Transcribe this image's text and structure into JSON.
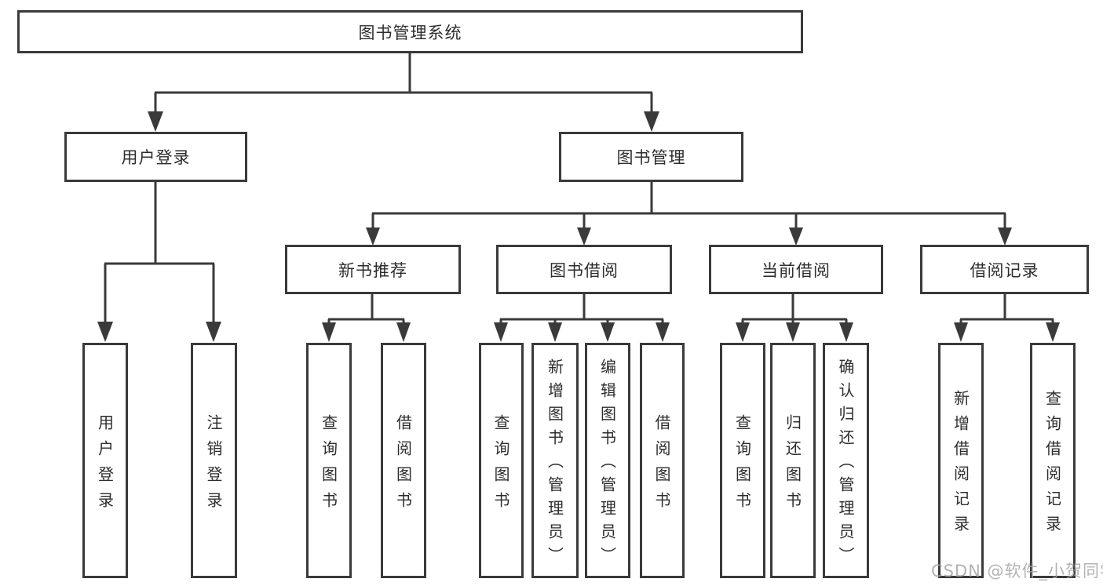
{
  "colors": {
    "line": "#3a3a3a",
    "text": "#2d2d2d",
    "background": "#ffffff",
    "watermark": "#a6a6a6"
  },
  "diagram": {
    "root": "图书管理系统",
    "level2": {
      "user_login": "用户登录",
      "book_management": "图书管理"
    },
    "level3": {
      "new_book_recommend": "新书推荐",
      "book_borrow": "图书借阅",
      "current_borrow": "当前借阅",
      "borrow_records": "借阅记录"
    },
    "leaves": {
      "user_login": "用户登录",
      "logout": "注销登录",
      "nb_query_books": "查询图书",
      "nb_borrow_books": "借阅图书",
      "bb_query_books": "查询图书",
      "bb_add_books_admin": "新增图书（管理员）",
      "bb_edit_books_admin": "编辑图书（管理员）",
      "bb_borrow_books": "借阅图书",
      "cb_query_books": "查询图书",
      "cb_return_books": "归还图书",
      "cb_confirm_return_admin": "确认归还（管理员）",
      "br_add_record": "新增借阅记录",
      "br_query_record": "查询借阅记录"
    }
  },
  "watermark": "CSDN @软件_小贺同学"
}
